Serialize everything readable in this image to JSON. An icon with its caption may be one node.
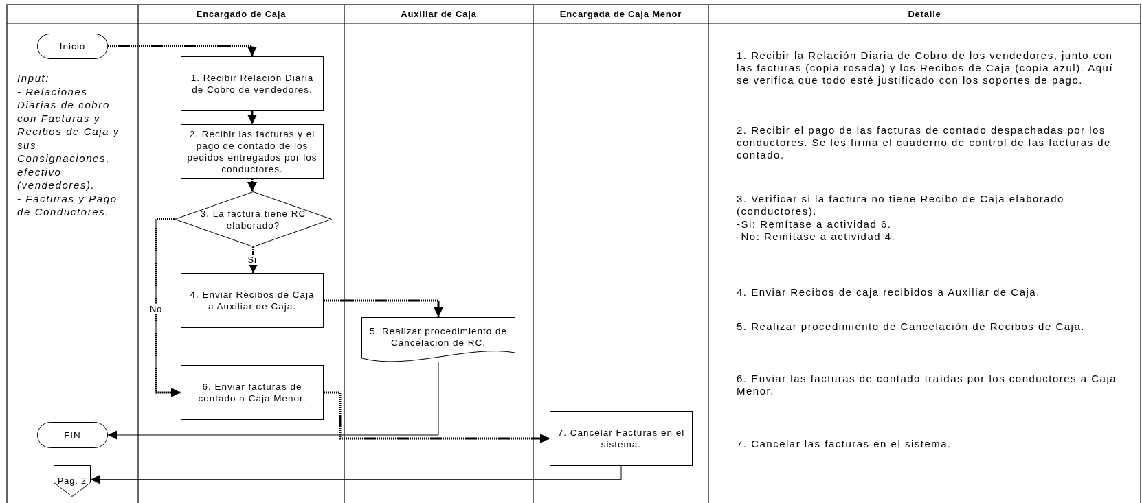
{
  "diagram": {
    "nodes": [
      {
        "text": [
          "Inicio"
        ]
      },
      {
        "text": [
          "1. Recibir Relación Diaria de Cobro de vendedores."
        ]
      },
      {
        "text": [
          "2. Recibir las facturas y el pago de contado de los pedidos entregados por los conductores."
        ]
      },
      {
        "text": [
          "3. La factura tiene RC elaborado?"
        ]
      },
      {
        "text": [
          "4. Enviar Recibos de Caja a Auxiliar de Caja."
        ]
      },
      {
        "text": [
          "5. Realizar procedimiento de Cancelación de RC."
        ]
      },
      {
        "text": [
          "6. Enviar facturas de contado  a Caja Menor."
        ]
      },
      {
        "text": [
          "FIN"
        ]
      },
      {
        "text": [
          "7. Cancelar Facturas en el sistema."
        ]
      },
      {
        "text": [
          "Pag. 2"
        ]
      }
    ],
    "edges": [
      {
        "from": 0,
        "to": 1,
        "arrow": "to",
        "style": "dashed"
      },
      {
        "from": 1,
        "to": 2,
        "arrow": "to",
        "style": "dashed"
      },
      {
        "from": 2,
        "to": 3,
        "arrow": "to",
        "style": "dashed"
      },
      {
        "from": 3,
        "to": 4,
        "arrow": "to",
        "style": "dashed",
        "label": "Si"
      },
      {
        "from": 3,
        "to": 6,
        "arrow": "to",
        "style": "dashed",
        "label": "No"
      },
      {
        "from": 4,
        "to": 5,
        "arrow": "to",
        "style": "dashed"
      },
      {
        "from": 6,
        "to": 8,
        "arrow": "to",
        "style": "dashed"
      },
      {
        "from": 5,
        "to": 7,
        "arrow": "to"
      },
      {
        "from": 8,
        "to": 9,
        "arrow": "to"
      }
    ],
    "labels": [
      "Encargado de Caja",
      "Auxiliar de Caja",
      "Encargada de Caja Menor",
      "Detalle",
      "Input:",
      "- Relaciones Diarias de cobro con Facturas y Recibos de Caja y sus Consignaciones, efectivo (vendedores).",
      "- Facturas y Pago de Conductores.",
      "1. Recibir la Relación Diaria de Cobro de los vendedores, junto con las facturas (copia rosada) y los Recibos de Caja (copia azul). Aquí se verifica que todo esté justificado con los soportes de pago.",
      "2. Recibir el pago de las facturas de contado despachadas por los conductores. Se les firma el cuaderno de control de las facturas de contado.",
      "3. Verificar si la factura no tiene Recibo de Caja elaborado (conductores).",
      "-Si: Remítase a actividad 6.",
      "-No: Remítase a actividad 4.",
      "4. Enviar Recibos de caja recibidos a Auxiliar de Caja.",
      "5. Realizar procedimiento de Cancelación de Recibos de Caja.",
      "6. Enviar las facturas de contado traídas por los conductores a Caja Menor.",
      "7. Cancelar las facturas en el sistema."
    ]
  }
}
